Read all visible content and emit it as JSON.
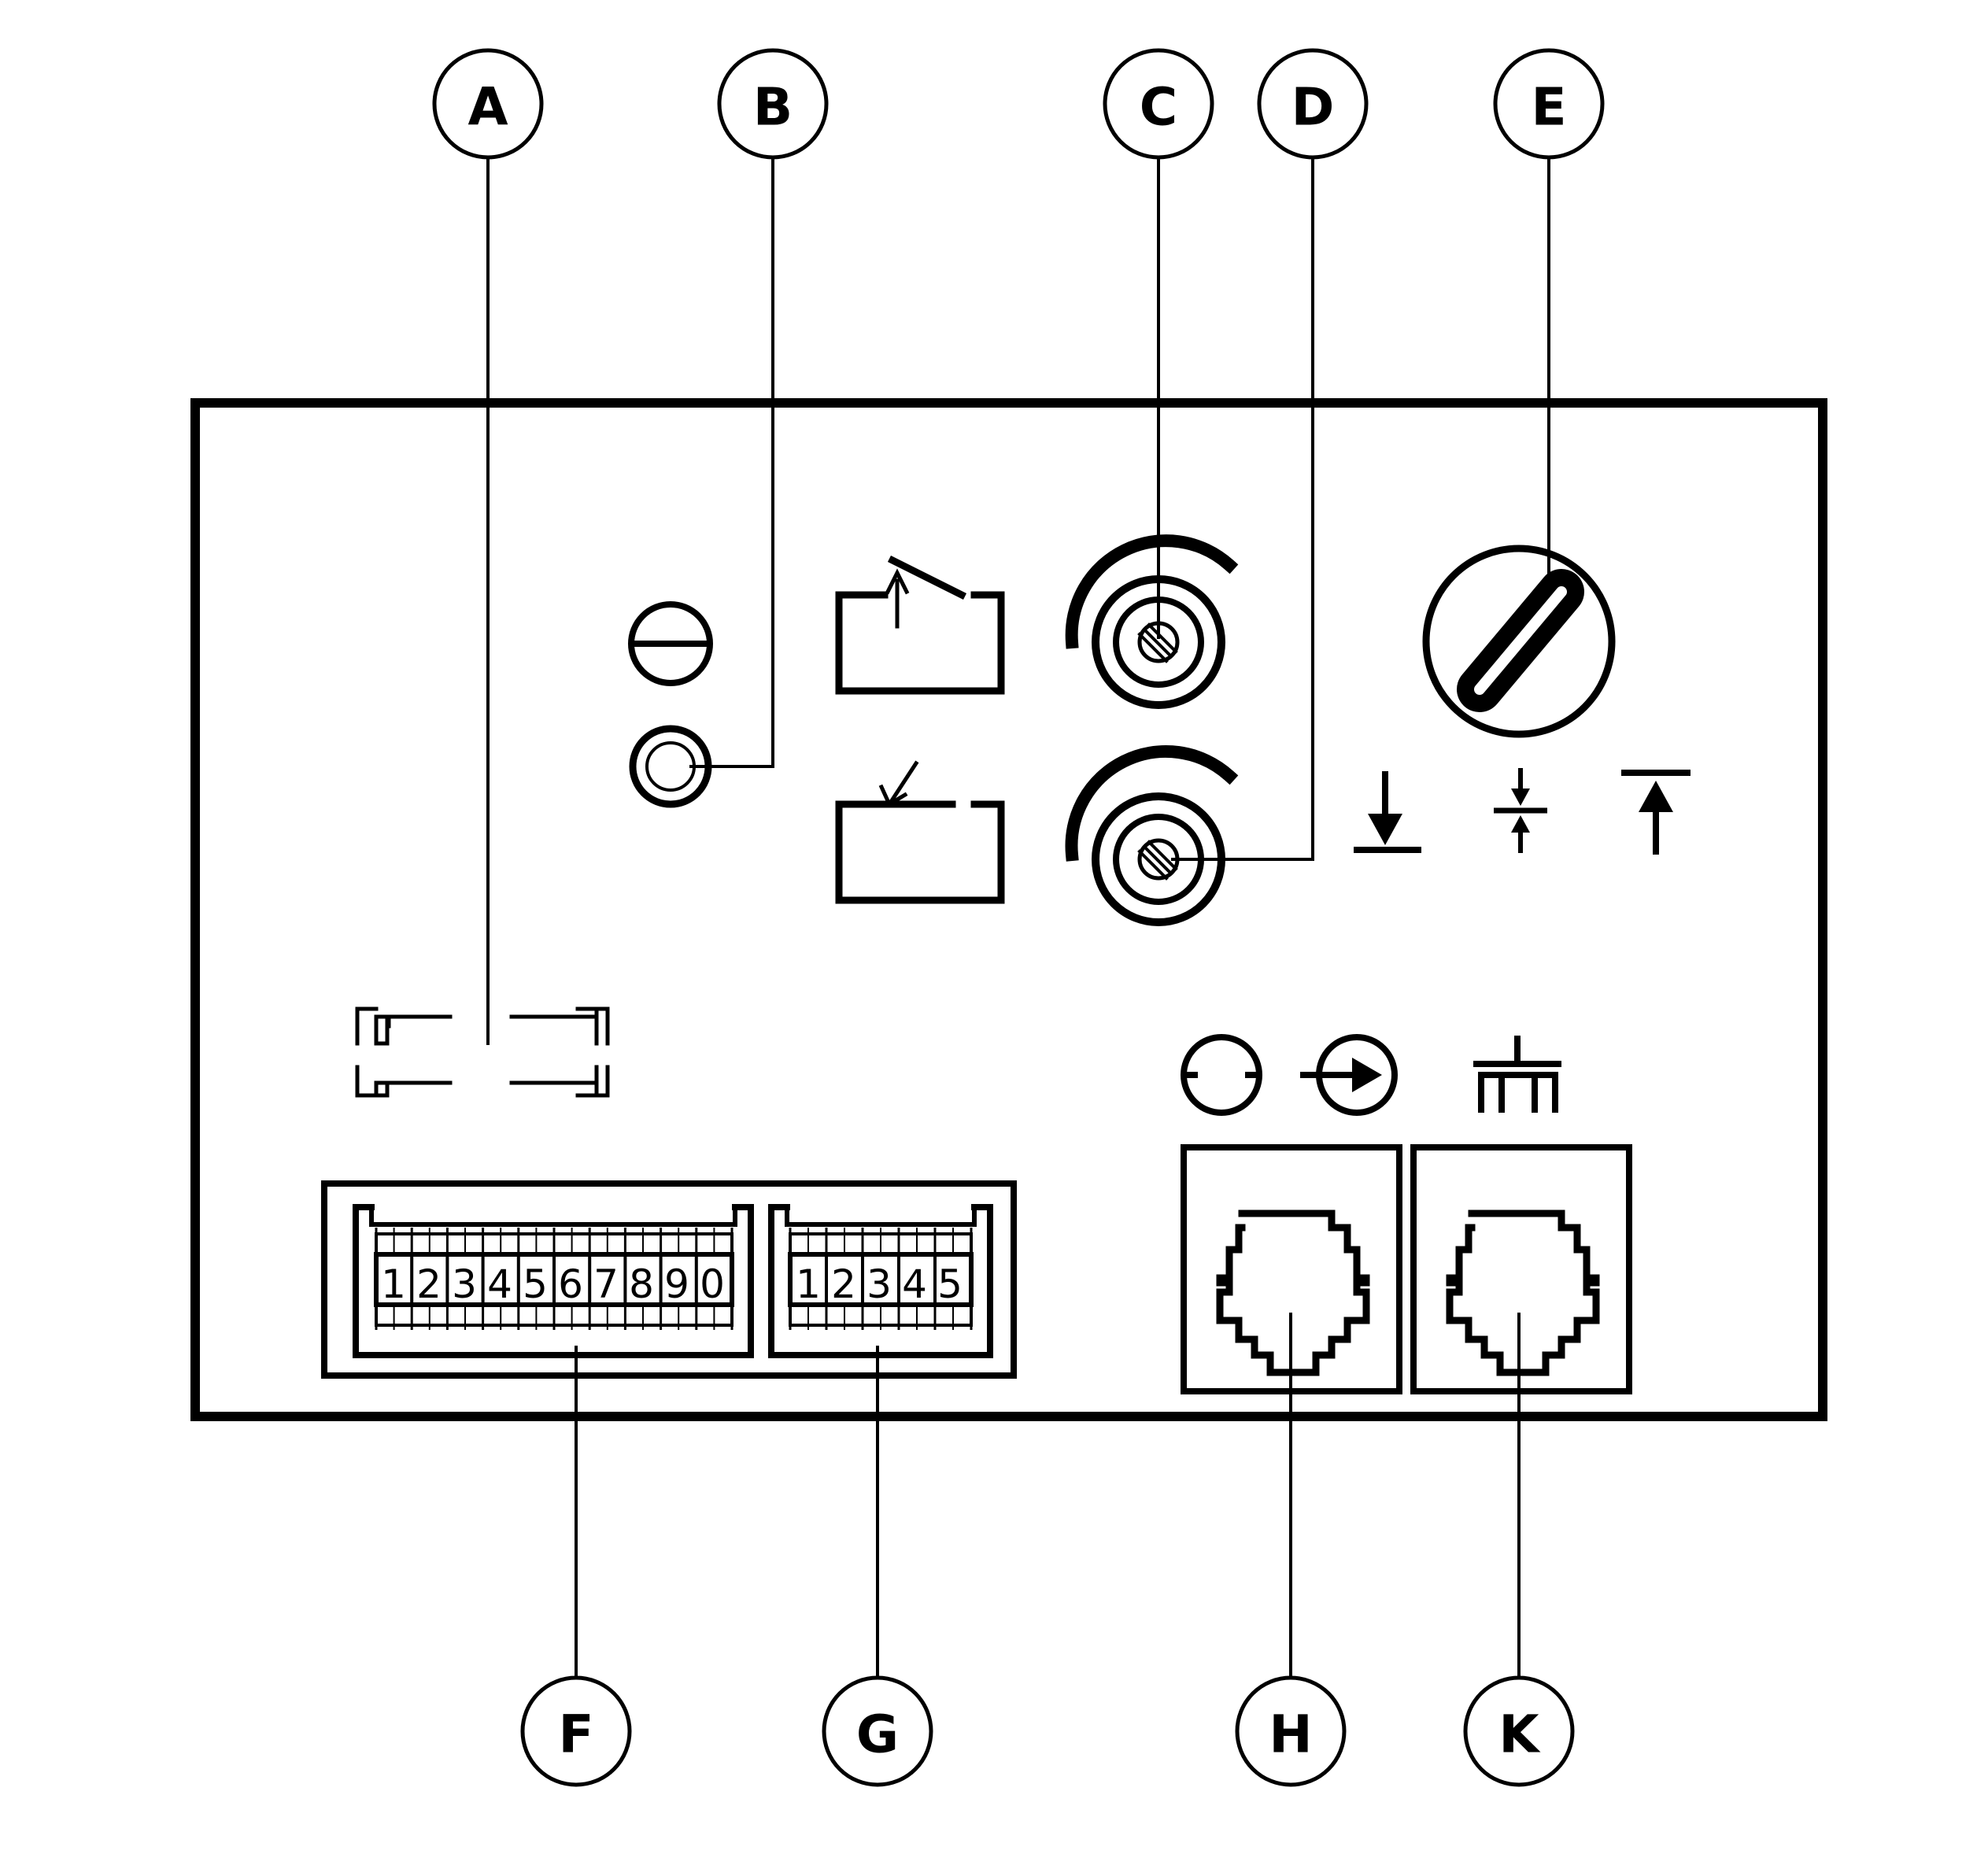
{
  "callouts": {
    "A": "A",
    "B": "B",
    "C": "C",
    "D": "D",
    "E": "E",
    "F": "F",
    "G": "G",
    "H": "H",
    "K": "K"
  },
  "dip_switch_f": {
    "digits": [
      "1",
      "2",
      "3",
      "4",
      "5",
      "6",
      "7",
      "8",
      "9",
      "0"
    ]
  },
  "dip_switch_g": {
    "digits": [
      "1",
      "2",
      "3",
      "4",
      "5"
    ]
  },
  "icons": {
    "power": "power-symbol-icon",
    "led": "led-indicator-icon",
    "relay_open": "relay-contact-open-icon",
    "relay_close": "relay-contact-close-icon",
    "bridge": "bridge-jumper-icon",
    "arrow_down_to_line": "arrow-down-to-line-icon",
    "arrows_converge": "arrows-converge-icon",
    "arrow_up_from_line": "arrow-up-from-line-icon",
    "in_out": "in-out-connector-icon",
    "bus": "bus-connector-icon"
  },
  "colors": {
    "ink": "#000000",
    "paper": "#ffffff"
  }
}
